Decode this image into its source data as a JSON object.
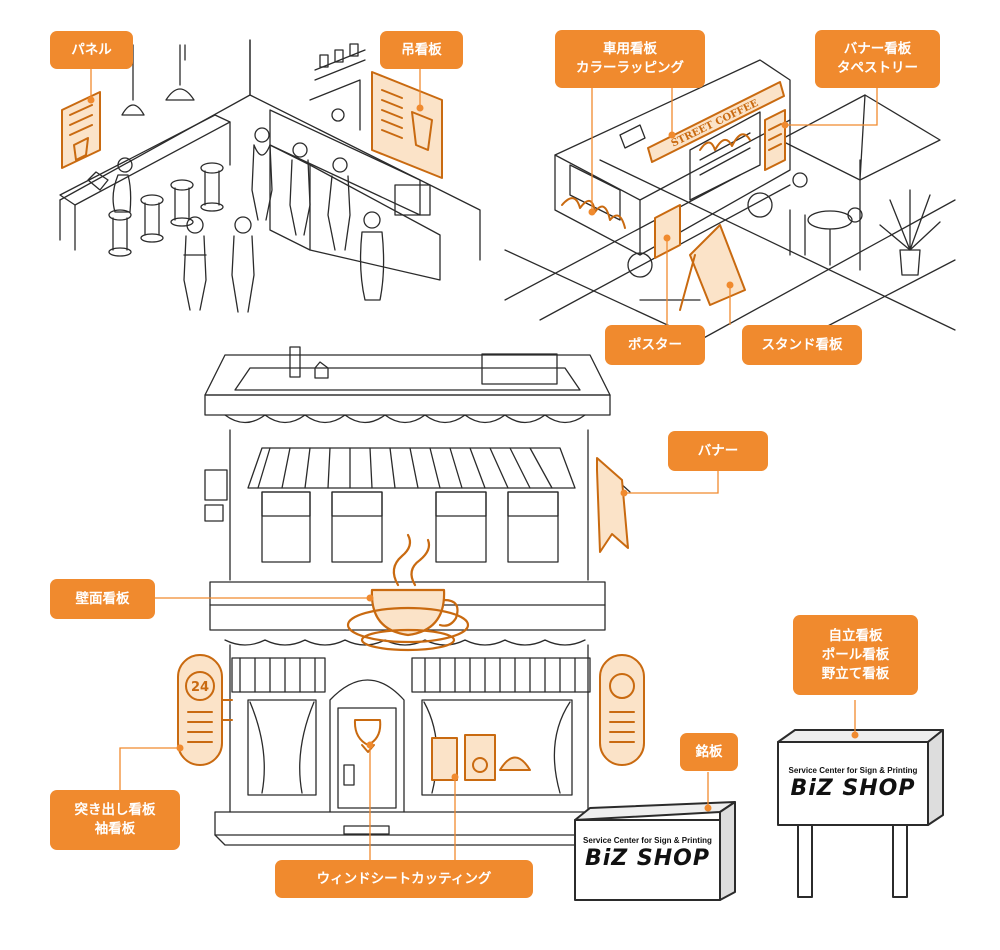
{
  "colors": {
    "accent": "#f08a2e",
    "accent_light": "#fbe3c8",
    "line": "#2b2b2b"
  },
  "labels": {
    "panel": "パネル",
    "hanging": "吊看板",
    "vehicle": [
      "車用看板",
      "カラーラッピング"
    ],
    "banner_tapestry": [
      "バナー看板",
      "タペストリー"
    ],
    "poster": "ポスター",
    "stand": "スタンド看板",
    "banner": "バナー",
    "wall": "壁面看板",
    "projecting": [
      "突き出し看板",
      "袖看板"
    ],
    "window": "ウィンドシートカッティング",
    "nameplate": "銘板",
    "pole": [
      "自立看板",
      "ポール看板",
      "野立て看板"
    ]
  },
  "truck_sign": "STREET COFFEE",
  "projecting_sign_number": "24",
  "nameplate_sign": {
    "tagline": "Service Center for Sign & Printing",
    "brand": "BiZ SHOP"
  },
  "pole_sign": {
    "tagline": "Service Center for Sign & Printing",
    "brand": "BiZ SHOP"
  }
}
